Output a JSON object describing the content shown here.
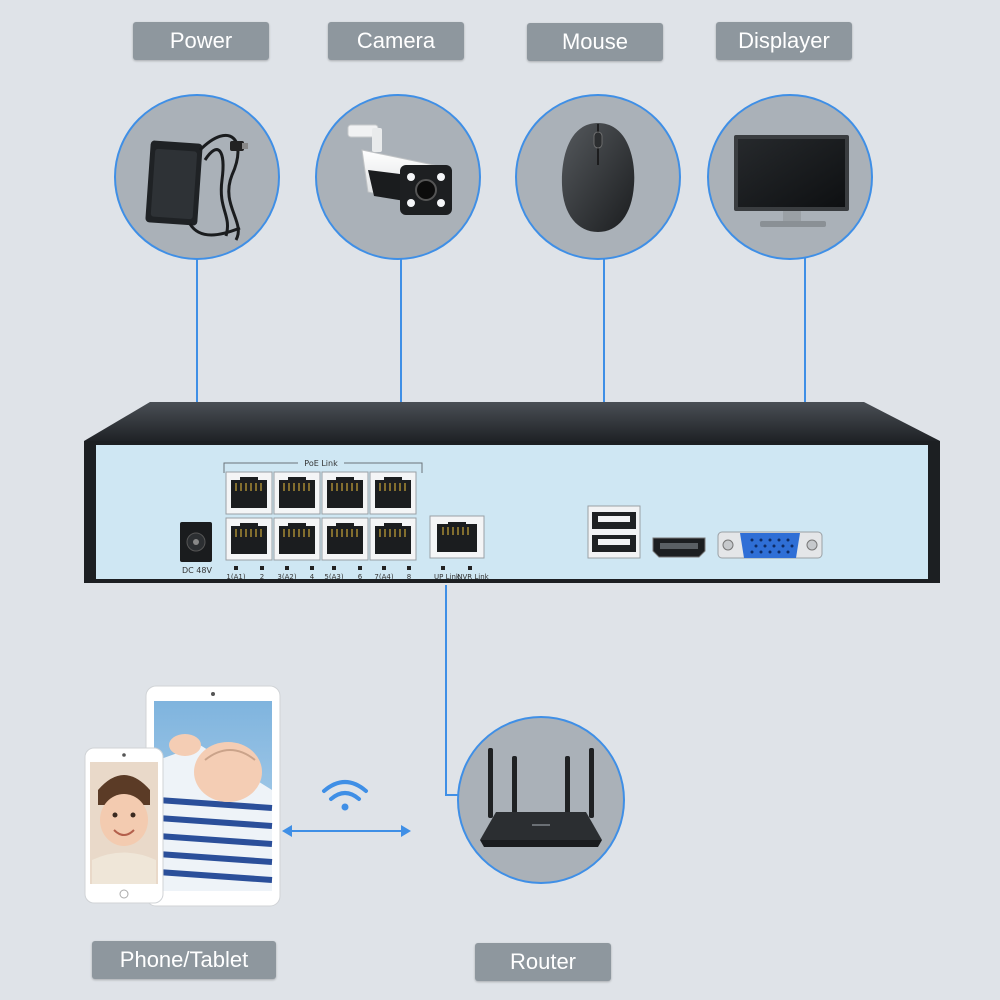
{
  "labels": {
    "power": "Power",
    "camera": "Camera",
    "mouse": "Mouse",
    "displayer": "Displayer",
    "phone_tablet": "Phone/Tablet",
    "router": "Router"
  },
  "nvr": {
    "poe_link": "PoE Link",
    "dc": "DC 48V",
    "port_labels": [
      "1(A1)",
      "2",
      "3(A2)",
      "4",
      "5(A3)",
      "6",
      "7(A4)",
      "8"
    ],
    "up_link": "UP Link",
    "nvr_link": "NVR Link"
  },
  "colors": {
    "background": "#dfe3e8",
    "connector_line": "#3f8fe6",
    "label_bg": "#8e979e",
    "nvr_front": "#cfe7f3",
    "nvr_body": "#2b2f33"
  },
  "icons": [
    "power-adapter-icon",
    "bullet-camera-icon",
    "mouse-icon",
    "monitor-icon",
    "router-icon",
    "wifi-icon",
    "phone-icon",
    "tablet-icon"
  ]
}
